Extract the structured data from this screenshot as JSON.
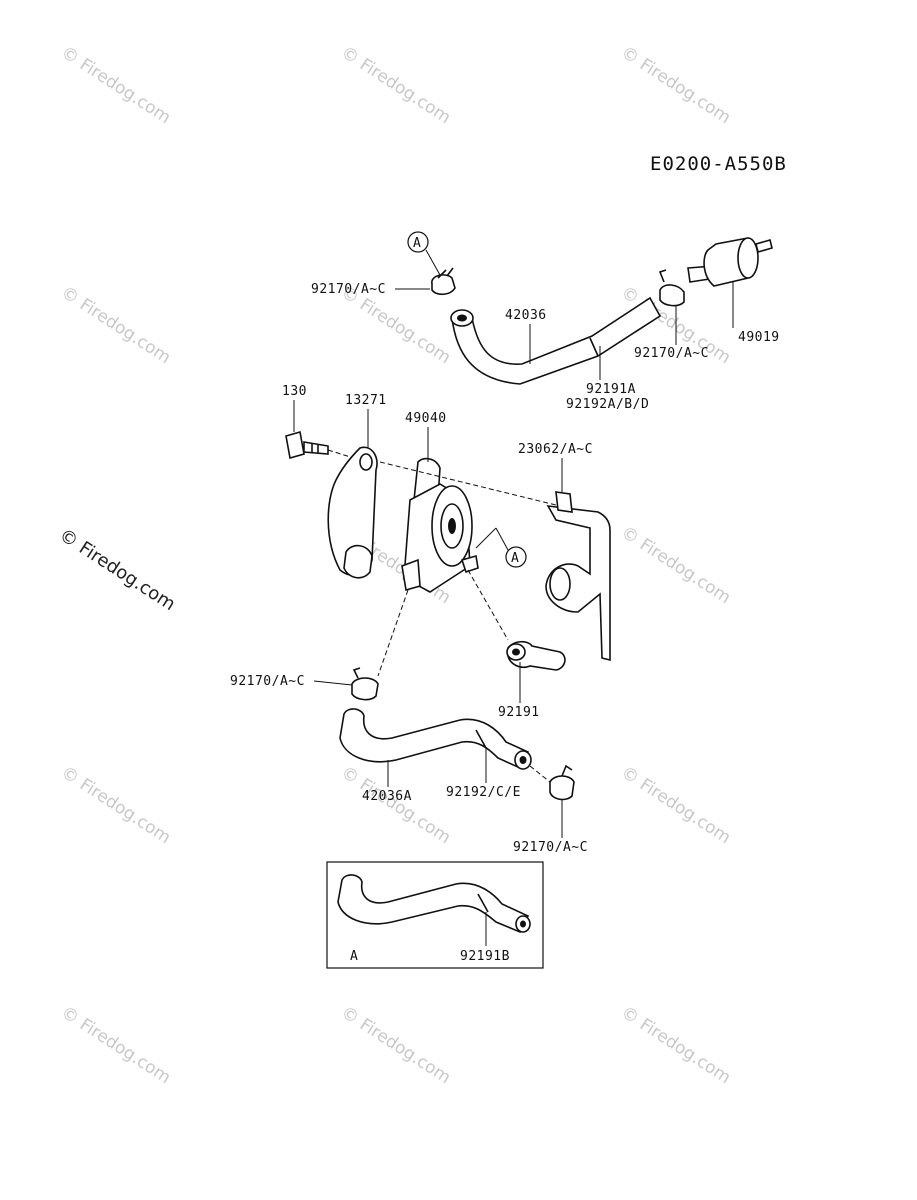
{
  "diagram_code": "E0200-A550B",
  "watermark": "Firedog.com",
  "copyright_symbol": "©",
  "callout_ref": "A",
  "labels": {
    "clamp_top_left": "92170/A~C",
    "hose_top": "42036",
    "filter": "49019",
    "clamp_top_right": "92170/A~C",
    "hose_top_a": "92191A",
    "hose_top_b": "92192A/B/D",
    "bolt": "130",
    "bracket": "13271",
    "pump": "49040",
    "clip": "23062/A~C",
    "clamp_mid": "92170/A~C",
    "hose_short": "92191",
    "hose_bottom": "42036A",
    "hose_bottom_b": "92192/C/E",
    "clamp_bottom": "92170/A~C",
    "inset_letter": "A",
    "inset_part": "92191B"
  }
}
